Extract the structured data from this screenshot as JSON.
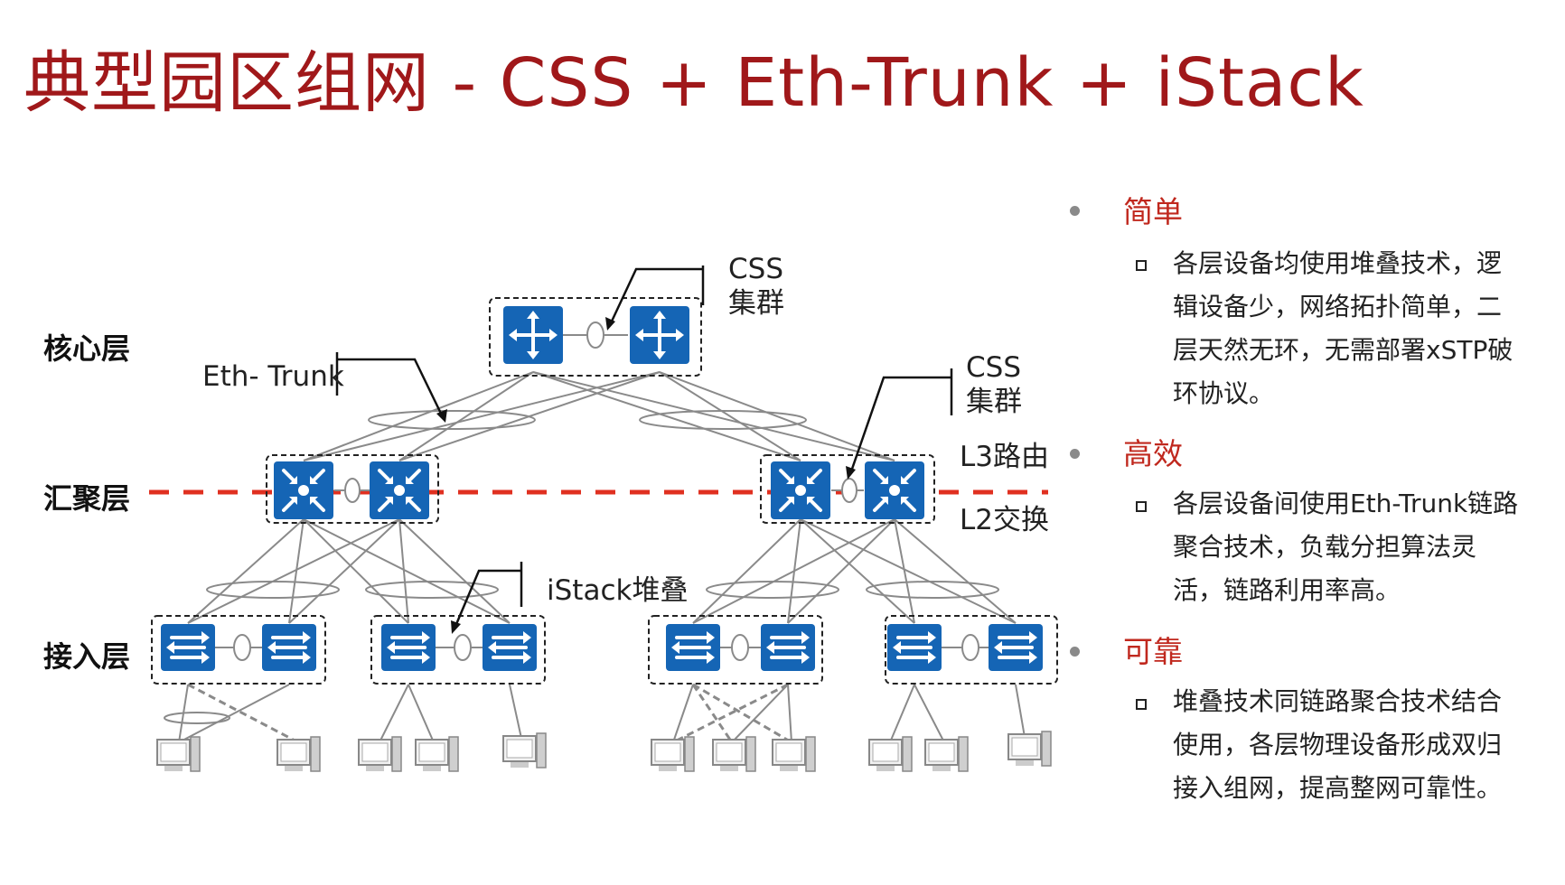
{
  "title": "典型园区组网 - CSS + Eth-Trunk + iStack",
  "layers": {
    "core": "核心层",
    "aggregation": "汇聚层",
    "access": "接入层"
  },
  "annotations": {
    "eth_trunk": "Eth- Trunk",
    "css_core_line1": "CSS",
    "css_core_line2": "集群",
    "css_agg_line1": "CSS",
    "css_agg_line2": "集群",
    "l3": "L3路由",
    "l2": "L2交换",
    "istack": "iStack堆叠"
  },
  "sections": [
    {
      "heading": "简单",
      "body": "各层设备均使用堆叠技术，逻辑设备少，网络拓扑简单，二层天然无环，无需部署xSTP破环协议。"
    },
    {
      "heading": "高效",
      "body": "各层设备间使用Eth-Trunk链路聚合技术，负载分担算法灵活，链路利用率高。"
    },
    {
      "heading": "可靠",
      "body": "堆叠技术同链路聚合技术结合使用，各层物理设备形成双归接入组网，提高整网可靠性。"
    }
  ],
  "colors": {
    "title": "#a0181a",
    "heading": "#c0281e",
    "device": "#1565b5",
    "boundary": "#e03020"
  },
  "icons": {
    "core_device": "core-router-icon",
    "aggregation_device": "aggregation-switch-icon",
    "access_device": "access-switch-icon",
    "endpoint": "pc-icon"
  }
}
